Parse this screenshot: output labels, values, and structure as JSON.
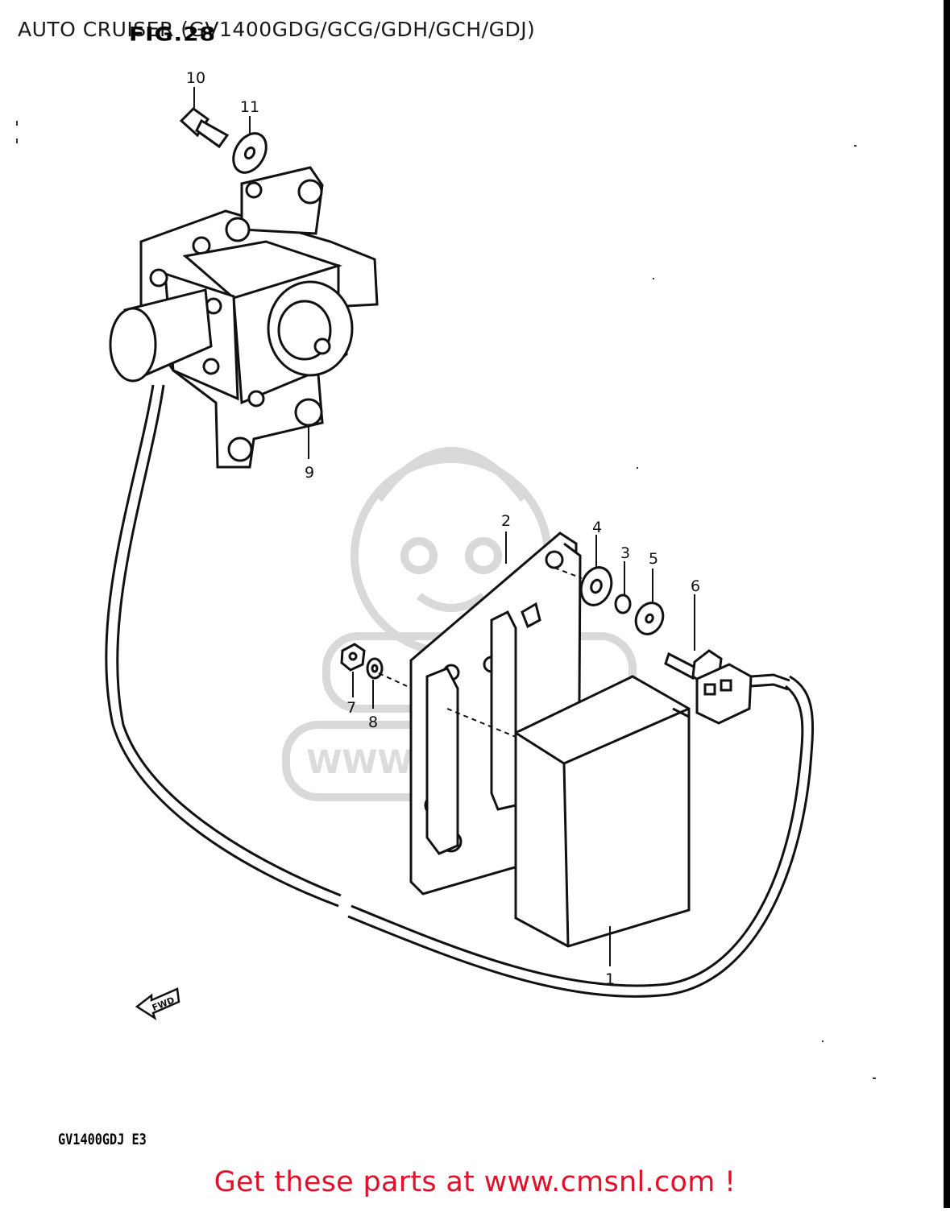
{
  "header": {
    "title": "AUTO CRUISER (GV1400GDG/GCG/GDH/GCH/GDJ)",
    "figure_label": "FIG.28"
  },
  "diagram": {
    "callouts": [
      {
        "id": "callout-1",
        "label": "1"
      },
      {
        "id": "callout-2",
        "label": "2"
      },
      {
        "id": "callout-3",
        "label": "3"
      },
      {
        "id": "callout-4",
        "label": "4"
      },
      {
        "id": "callout-5",
        "label": "5"
      },
      {
        "id": "callout-6",
        "label": "6"
      },
      {
        "id": "callout-7",
        "label": "7"
      },
      {
        "id": "callout-8",
        "label": "8"
      },
      {
        "id": "callout-9",
        "label": "9"
      },
      {
        "id": "callout-10",
        "label": "10"
      },
      {
        "id": "callout-11",
        "label": "11"
      }
    ],
    "fwd_arrow_label": "FWD",
    "watermark_text": "WWW.CMSNL.COM"
  },
  "footer": {
    "model_code": "GV1400GDJ E3",
    "promo": "Get these parts at www.cmsnl.com !"
  },
  "colors": {
    "line": "#111111",
    "promo": "#e0102a",
    "watermark": "#d9d9d9",
    "background": "#ffffff"
  }
}
